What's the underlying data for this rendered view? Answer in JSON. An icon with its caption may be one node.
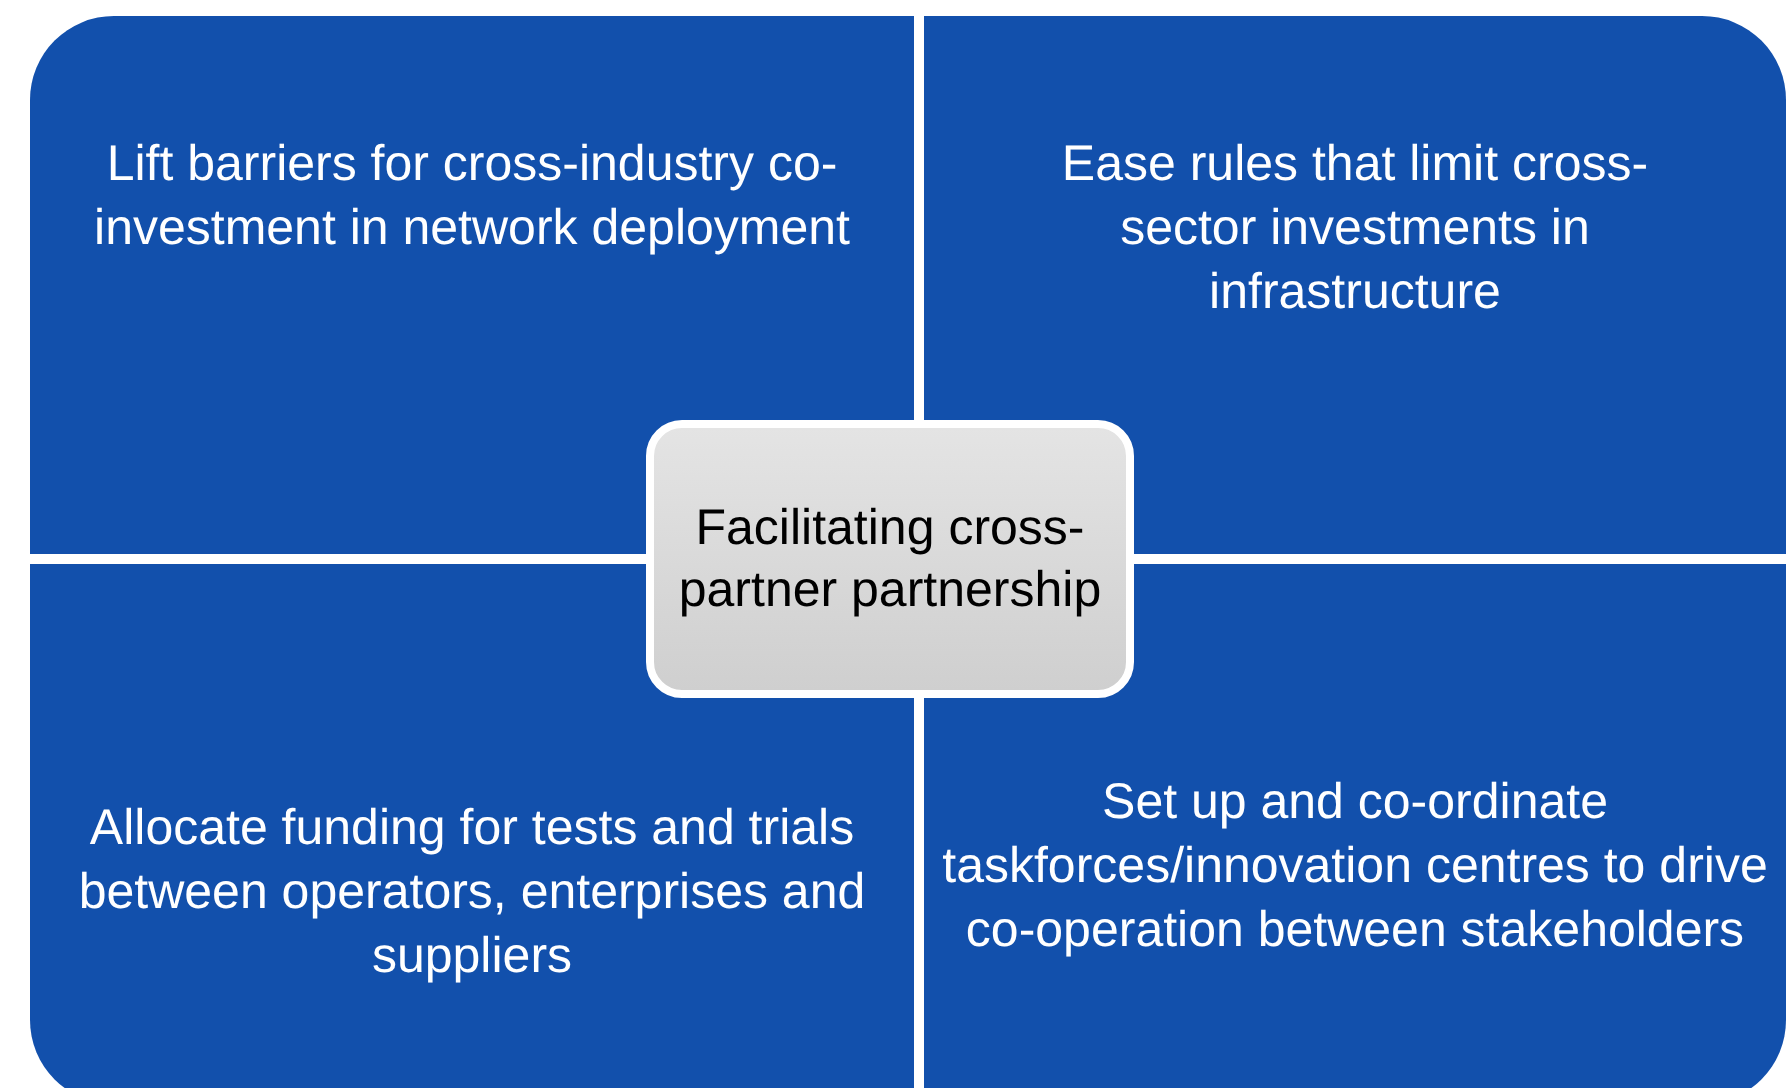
{
  "diagram": {
    "nodes": [
      {
        "text": [
          "Lift barriers for cross-industry co-investment in network deployment"
        ]
      },
      {
        "text": [
          "Ease rules that limit cross-sector investments in infrastructure"
        ]
      },
      {
        "text": [
          "Facilitating cross-partner partnership"
        ]
      },
      {
        "text": [
          "Allocate funding for tests and trials between operators, enterprises and suppliers"
        ]
      },
      {
        "text": [
          "Set up and co-ordinate taskforces/innovation centres to drive co-operation between stakeholders"
        ]
      }
    ]
  }
}
